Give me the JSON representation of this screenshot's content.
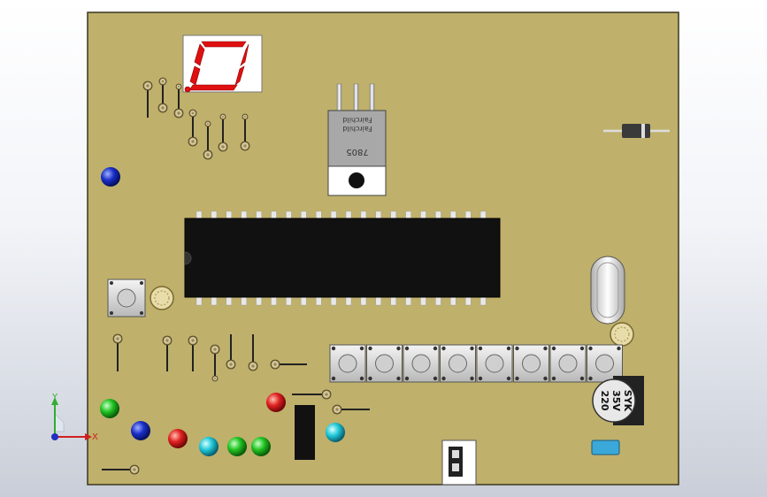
{
  "view": {
    "background_top": "#ffffff",
    "background_bottom": "#c9ced8",
    "board_color": "#bfb06b"
  },
  "seven_segment": {
    "segment_color": "#e01010",
    "digits": "0."
  },
  "regulator": {
    "part_text": "7805",
    "maker_text": "Fairchild\nFairchild"
  },
  "capacitor": {
    "value_text": "220",
    "voltage_text": "35V",
    "series_text": "SYK"
  },
  "axes": {
    "y_label": "Y",
    "x_label": "X",
    "y_color": "#2fae2f",
    "x_color": "#d02020"
  },
  "led_colors": {
    "blue": "#1a2fc8",
    "green": "#22c422",
    "red": "#e02020",
    "cyan": "#20c8d8"
  }
}
